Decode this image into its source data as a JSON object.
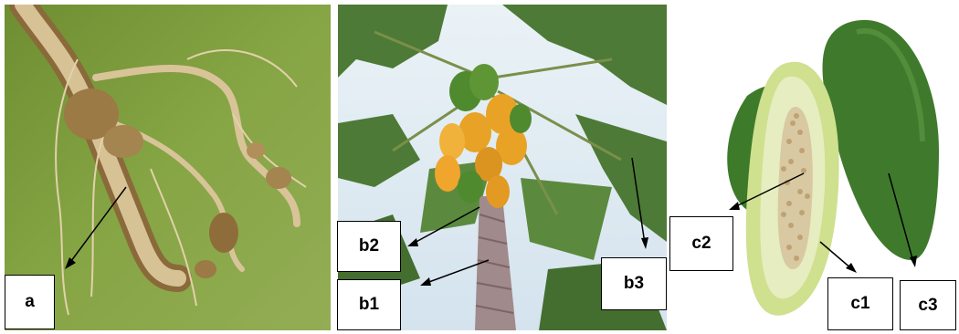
{
  "figure": {
    "panels": [
      {
        "id": "a",
        "content": "root system with nodules on grass background"
      },
      {
        "id": "b",
        "content": "papaya tree with fruit cluster, trunk and leaves against sky"
      },
      {
        "id": "c",
        "content": "whole green papaya fruits with one cut in half showing seeds"
      }
    ],
    "labels": {
      "a": "a",
      "b1": "b1",
      "b2": "b2",
      "b3": "b3",
      "c1": "c1",
      "c2": "c2",
      "c3": "c3"
    },
    "colors": {
      "grass": "#7e9d3c",
      "root": "#d9c49a",
      "sky": "#dfeaf2",
      "leaf": "#4d7a36",
      "fruit_ripe": "#e8a326",
      "fruit_green": "#4f8a2e",
      "flesh": "#e6edc0",
      "seed": "#c9b38a"
    }
  }
}
